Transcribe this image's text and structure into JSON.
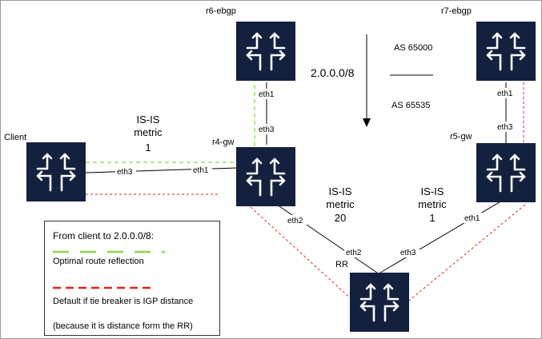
{
  "routers": {
    "r6": {
      "name": "r6-ebgp",
      "icon": "router-icon"
    },
    "r7": {
      "name": "r7-ebgp",
      "icon": "router-icon"
    },
    "client": {
      "name": "Client",
      "icon": "router-icon"
    },
    "r4": {
      "name": "r4-gw",
      "icon": "router-icon"
    },
    "r5": {
      "name": "r5-gw",
      "icon": "router-icon"
    },
    "rr": {
      "name": "RR",
      "icon": "router-icon"
    }
  },
  "interfaces": {
    "r6_eth1": "eth1",
    "r4_eth3_top": "eth3",
    "client_eth3": "eth3",
    "r4_eth1_left": "eth1",
    "r4_eth2": "eth2",
    "rr_eth2": "eth2",
    "rr_eth3": "eth3",
    "r5_eth1_bottom": "eth1",
    "r7_eth1": "eth1",
    "r5_eth3_top": "eth3"
  },
  "metrics": {
    "client_r4": {
      "line1": "IS-IS",
      "line2": "metric",
      "line3": "1"
    },
    "r4_rr": {
      "line1": "IS-IS",
      "line2": "metric",
      "line3": "20"
    },
    "r5_rr": {
      "line1": "IS-IS",
      "line2": "metric",
      "line3": "1"
    }
  },
  "prefix": "2.0.0.0/8",
  "as_upper": "AS 65000",
  "as_lower": "AS 65535",
  "legend": {
    "title": "From client to 2.0.0.0/8:",
    "optimal": "Optimal route reflection",
    "default": "Default if tie breaker is IGP distance",
    "note": "(because it is distance form the RR)"
  },
  "colors": {
    "router_fill": "#13213f",
    "link": "#000000",
    "optimal_path": "#8fd14f",
    "default_path": "#e0241b"
  }
}
